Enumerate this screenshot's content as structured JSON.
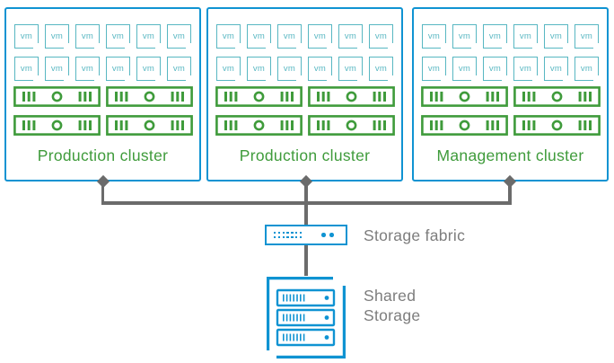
{
  "colors": {
    "blue": "#0f93d2",
    "teal": "#58b7c2",
    "green": "#3f9b3b",
    "line-gray": "#6b6b6b",
    "text-gray": "#7d7d7d"
  },
  "vm_label": "vm",
  "clusters": [
    {
      "id": "production-1",
      "label": "Production cluster",
      "vm_rows": 2,
      "vms_per_row": 6,
      "host_rows": 2,
      "hosts_per_row": 2
    },
    {
      "id": "production-2",
      "label": "Production cluster",
      "vm_rows": 2,
      "vms_per_row": 6,
      "host_rows": 2,
      "hosts_per_row": 2
    },
    {
      "id": "management",
      "label": "Management cluster",
      "vm_rows": 2,
      "vms_per_row": 6,
      "host_rows": 2,
      "hosts_per_row": 2
    }
  ],
  "storage_fabric": {
    "label": "Storage fabric",
    "matrix_dots": 14,
    "indicator_dots": 2
  },
  "shared_storage": {
    "label_lines": [
      "Shared",
      "Storage"
    ],
    "drive_count": 3
  }
}
